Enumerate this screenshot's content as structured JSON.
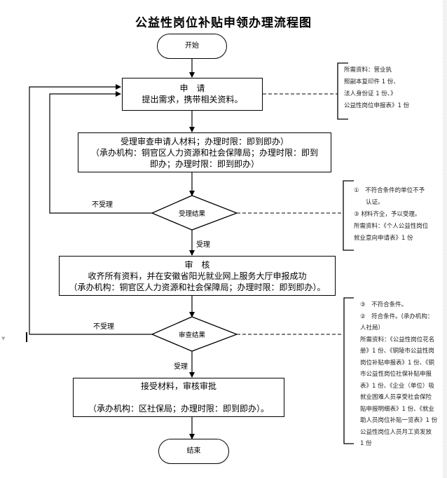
{
  "title": "公益性岗位补贴申领办理流程图",
  "nodes": {
    "start": "开始",
    "apply": {
      "title": "申　请",
      "body": "提出需求，携带相关资料。"
    },
    "accept_review": {
      "line1": "受理审查申请人材料；办理时限：即到即办）",
      "line2": "（承办机构：铜官区人力资源和社会保障局；办理时限：即到",
      "line3": "即办；办理时限：即到即办）"
    },
    "decision1": "受理结果",
    "audit": {
      "title": "审　核",
      "line1": "收齐所有资料，并在安徽省阳光就业网上服务大厅申报成功",
      "line2": "（承办机构：铜官区人力资源和社会保障局；办理时限：即到即办）。"
    },
    "decision2": "审查结果",
    "approve": {
      "line1": "接受材料，审核审批",
      "line2": "（承办机构：区社保局；办理时限：即到即办）。"
    },
    "end": "结束"
  },
  "edge_labels": {
    "d1_reject": "不受理",
    "d1_accept": "受理",
    "d2_reject": "不受理",
    "d2_accept": "受理"
  },
  "notes": {
    "apply_note": [
      "所需资料：营业执",
      "照副本复印件 1 份、",
      "法人身份证 1 份、》",
      "公益性岗位申报表》1 份"
    ],
    "decision1_note": [
      "①　不符合条件的单位不予",
      "　　认证。",
      "③ 材料齐全，予以受理。",
      "所需资料：《个人公益性岗位",
      "就业意向申请表》1 份"
    ],
    "decision2_note": [
      "③　不符合条件。",
      "②　符合条件。(承办机构：",
      "人社局）",
      "所需资料：《公益性岗位花名",
      "册》1 份、《铜陵市公益性岗",
      "岗位补贴申报表》1 份、《铜",
      "市公益性岗位社保补贴申报",
      "表》1 份、《企业（单位）吸",
      "就业困难人员享受社会保险",
      "贴申报明细表》1 份、《就业",
      "助人员岗位补贴一览表》1 份",
      "公益性岗位人员月工资发放",
      "1 份"
    ]
  },
  "colors": {
    "line": "#000000",
    "background": "#ffffff"
  }
}
